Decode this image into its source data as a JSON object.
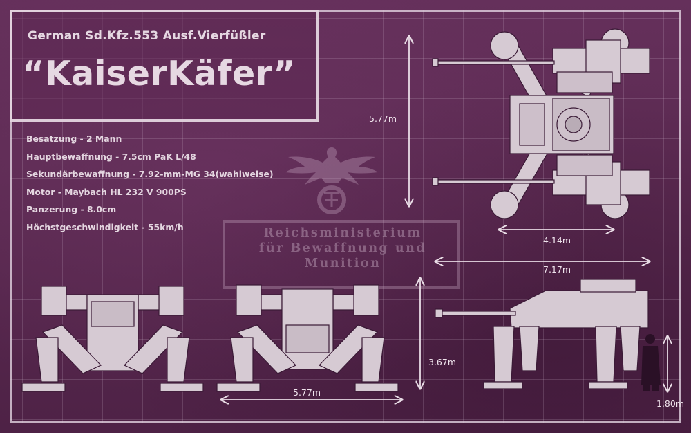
{
  "header": {
    "subtitle": "German Sd.Kfz.553 Ausf.Vierfüßler",
    "title": "“KaiserKäfer”"
  },
  "specs": [
    "Besatzung - 2 Mann",
    "Hauptbewaffnung - 7.5cm PaK L/48",
    "Sekundärbewaffnung - 7.92-mm-MG 34(wahlweise)",
    "Motor -  Maybach HL 232 V 900PS",
    "Panzerung -  8.0cm",
    "Höchstgeschwindigkeit -  55km/h"
  ],
  "stamp": {
    "lines": [
      "Reichsministerium",
      "für Bewaffnung und",
      "Munition"
    ]
  },
  "dimensions": {
    "top_length": "5.77m",
    "top_width": "4.14m",
    "top_overall": "7.17m",
    "front_width": "5.77m",
    "side_height": "3.67m",
    "figure_height": "1.80m"
  },
  "icons": {
    "emblem": "eagle-emblem-icon",
    "figure": "human-silhouette-icon"
  },
  "colors": {
    "background": "#5b2a52",
    "line": "#e6d8e2",
    "drawing_fill": "#d9cdd6"
  }
}
